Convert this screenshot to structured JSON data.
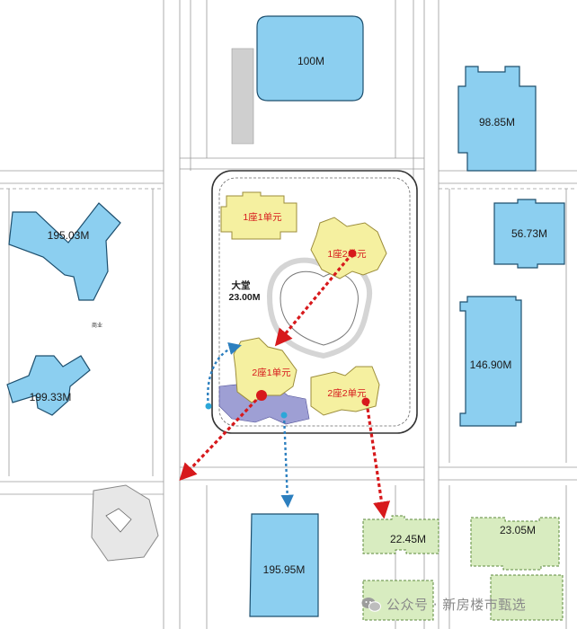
{
  "buildings": {
    "b100": "100M",
    "b98": "98.85M",
    "b195_03": "195.03M",
    "b56": "56.73M",
    "b146": "146.90M",
    "b199": "199.33M",
    "b195_95": "195.95M",
    "b22": "22.45M",
    "b23": "23.05M"
  },
  "units": {
    "u1_1": "1座1单元",
    "u1_2": "1座2单元",
    "u2_1": "2座1单元",
    "u2_2": "2座2单元"
  },
  "lobby": {
    "name": "大堂",
    "height": "23.00M"
  },
  "side_text": {
    "shop": "商业"
  },
  "watermark": {
    "text": "公众号 · 新房楼市甄选"
  },
  "colors": {
    "tower_blue": "#8ccff0",
    "unit_yellow": "#f5f0a0",
    "low_green": "#d8ecc0",
    "arrow_red": "#d7191c",
    "arrow_blue": "#2c7fbf",
    "shade_purple": "#7d7fc6"
  }
}
